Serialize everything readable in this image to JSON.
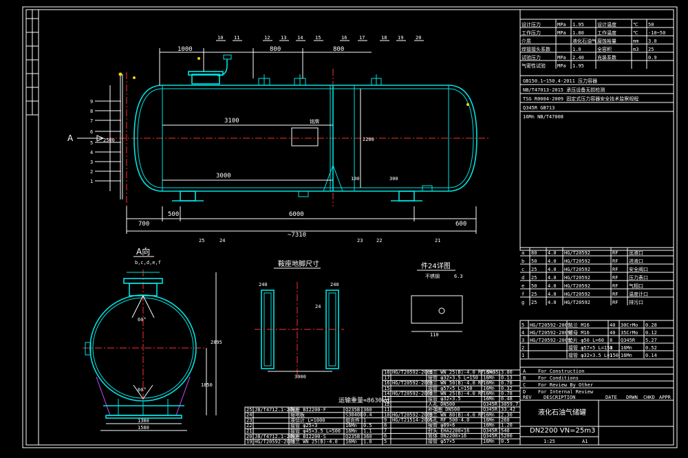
{
  "callouts_top": [
    "10",
    "11",
    "12",
    "13",
    "14",
    "15",
    "16",
    "17",
    "18",
    "19",
    "20"
  ],
  "callouts_left": [
    "9",
    "8",
    "7",
    "6",
    "5",
    "4",
    "3",
    "2",
    "1"
  ],
  "callouts_bottom": [
    "25",
    "24",
    "23",
    "22",
    "21"
  ],
  "dims": {
    "d1000": "1000",
    "d800a": "800",
    "d800b": "800",
    "d3100": "3100",
    "d3000": "3000",
    "d700": "700",
    "d500": "500",
    "d6000": "6000",
    "d600": "600",
    "total": "~7310",
    "d2200": "2200",
    "d2500": "2500",
    "d100": "100",
    "d300": "300",
    "d1380": "1380",
    "d1580": "1580",
    "d1850": "1850",
    "d2895": "2895",
    "d60a": "60°",
    "d60b": "60°",
    "d240a": "240",
    "d240b": "240",
    "d24": "24",
    "d3000b": "3000",
    "d110": "110",
    "weight": "运输重量≈8630kg",
    "weight_short": "8630kg"
  },
  "labels": {
    "arrowA": "A",
    "viewA": "A向",
    "nozzle_top": "b,c,d,e,f",
    "saddle_title": "鞍座地脚尺寸",
    "detail_title": "件24详图",
    "detail_sub": "不锈钢",
    "detail_ra": "6.3",
    "nameplate": "铭牌"
  },
  "rev": [
    {
      "code": "A",
      "text": "For Construction"
    },
    {
      "code": "B",
      "text": "For Conditions"
    },
    {
      "code": "C",
      "text": "For Review By Other"
    },
    {
      "code": "D",
      "text": "For Internal Review"
    }
  ],
  "rev_footer": [
    "REV",
    "DESCRIPTION",
    "DATE",
    "DRWN",
    "CHKD",
    "APPR"
  ],
  "title_block": {
    "name": "液化石油气储罐",
    "spec": "DN2200 VN=25m3",
    "scale": "1:25",
    "sheet": "A1"
  },
  "bom_top": [
    [
      "18",
      "HG/T20592-2009",
      "法兰 WN 25(B)-4.0 RF S=35",
      "16Mn",
      "3.00"
    ],
    [
      "17",
      "",
      "接管 φ32×3.5 L=150",
      "16Mn",
      "0.13"
    ],
    [
      "16",
      "HG/T20592-2009",
      "法兰 WN 50(B)-4.0 RF",
      "16Mn",
      "0.78"
    ],
    [
      "15",
      "",
      "接管 φ57×5 L=150",
      "16Mn",
      "0.32"
    ],
    [
      "14",
      "HG/T20592-2009",
      "法兰 WN 25(B)-4.0 RF",
      "16Mn",
      "0.78"
    ],
    [
      "13",
      "",
      "接管 φ32×3.5",
      "16Mn",
      "0.48"
    ],
    [
      "12",
      "",
      "人孔 DN500",
      "Q345R",
      "3059.7"
    ],
    [
      "11",
      "",
      "补强圈 DN500",
      "Q345R",
      "33.42"
    ]
  ],
  "bom_left": [
    [
      "25",
      "JB/T4712.1-2007",
      "鞍座 BI2200-F",
      "Q235B",
      "360"
    ],
    [
      "24",
      "",
      "接地板",
      "S30408",
      "0.4"
    ],
    [
      "23",
      "",
      "液位计 L=1000",
      "组合件",
      "1"
    ],
    [
      "22",
      "",
      "接管 φ25×3",
      "16Mn",
      "0.5"
    ],
    [
      "21",
      "",
      "接管 φ45×3.5 L=500",
      "16Mn",
      "1.1"
    ],
    [
      "20",
      "JB/T4712.1-2007",
      "鞍座 BI2200-S",
      "Q235B",
      "360"
    ],
    [
      "19",
      "HG/T20592-2009",
      "法兰 WN 25(B)-4.0",
      "16Mn",
      "1.0"
    ]
  ],
  "bom_mid": [
    [
      "10",
      "HG/T20592-2009",
      "法兰 WN 80(B)-4.0 RF",
      "16Mn",
      "2.30"
    ],
    [
      "9",
      "HG/T21514-2005",
      "人孔 RF 500-4.0",
      "16Mn",
      "260"
    ],
    [
      "8",
      "",
      "接管 φ89×6",
      "16Mn",
      "1.20"
    ],
    [
      "7",
      "",
      "封头 EHA2200×16",
      "Q345R",
      "540"
    ],
    [
      "6",
      "",
      "筒体 DN2200×16",
      "Q345R",
      "5200"
    ],
    [
      "5",
      "",
      "接管 φ57×5",
      "16Mn",
      "0.5"
    ]
  ],
  "bom_right": [
    [
      "5",
      "HG/T20592-2009",
      "法兰 M16",
      "40",
      "30CrMo",
      "0.28"
    ],
    [
      "4",
      "HG/T20592-2009",
      "螺母 M16",
      "40",
      "35CrMo",
      "0.12"
    ],
    [
      "3",
      "HG/T20592-2009",
      "垫片 φ50 L=60",
      "8",
      "Q345R",
      "5.27"
    ],
    [
      "2",
      "",
      "接管 φ57×5 L=150",
      "1",
      "16Mn",
      "0.52"
    ],
    [
      "1",
      "",
      "接管 φ32×3.5 L=150",
      "1",
      "16Mn",
      "0.14"
    ]
  ],
  "spec_rows": [
    [
      "设计压力",
      "MPa",
      "1.95",
      "设计温度",
      "℃",
      "50"
    ],
    [
      "工作压力",
      "MPa",
      "1.80",
      "工作温度",
      "℃",
      "-10~50"
    ],
    [
      "介质",
      "",
      "液化石油气",
      "腐蚀裕量",
      "mm",
      "3.0"
    ],
    [
      "焊接接头系数",
      "",
      "1.0",
      "全容积",
      "m3",
      "25"
    ],
    [
      "试验压力",
      "MPa",
      "2.40",
      "充装系数",
      "",
      "0.9"
    ],
    [
      "气密性试验",
      "MPa",
      "1.95",
      "",
      "",
      ""
    ]
  ],
  "spec_notes": [
    "GB150.1~150.4-2011 压力容器",
    "NB/T47013-2015 承压设备无损检测",
    "TSG R0004-2009 固定式压力容器安全技术监察规程",
    "Q345R GB713",
    "16Mn NB/T47008"
  ],
  "nozzle_table": [
    [
      "a",
      "80",
      "4.0",
      "HG/T20592",
      "RF",
      "出液口"
    ],
    [
      "b",
      "50",
      "4.0",
      "HG/T20592",
      "RF",
      "进液口"
    ],
    [
      "c",
      "25",
      "4.0",
      "HG/T20592",
      "RF",
      "安全阀口"
    ],
    [
      "d",
      "25",
      "4.0",
      "HG/T20592",
      "RF",
      "压力表口"
    ],
    [
      "e",
      "50",
      "4.0",
      "HG/T20592",
      "RF",
      "气相口"
    ],
    [
      "f",
      "25",
      "4.0",
      "HG/T20592",
      "RF",
      "温度计口"
    ],
    [
      "g",
      "25",
      "4.0",
      "HG/T20592",
      "RF",
      "排污口"
    ]
  ]
}
